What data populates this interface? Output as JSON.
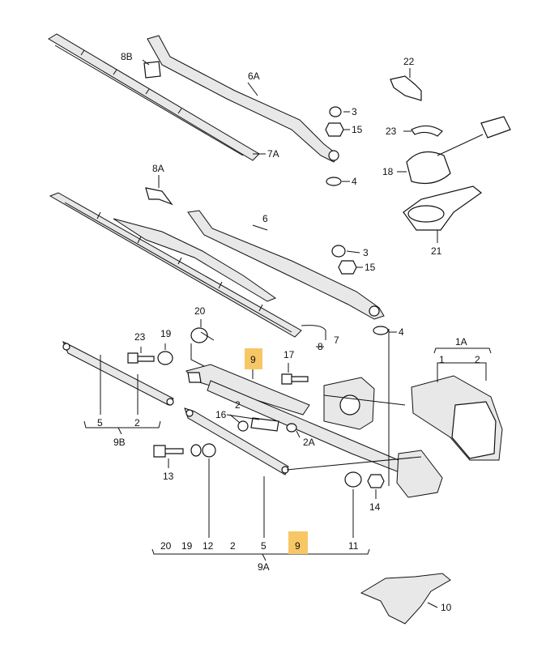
{
  "labels": {
    "l8B": "8B",
    "l6A": "6A",
    "l3a": "3",
    "l15a": "15",
    "l7A": "7A",
    "l4a": "4",
    "l22": "22",
    "l23r": "23",
    "l18": "18",
    "l21": "21",
    "l8A": "8A",
    "l6": "6",
    "l3b": "3",
    "l15b": "15",
    "l7": "7",
    "l8": "8",
    "l4b": "4",
    "l20t": "20",
    "l23": "23",
    "l19t": "19",
    "l9t": "9",
    "l17": "17",
    "l1A": "1A",
    "l1": "1",
    "l2r": "2",
    "l5a": "5",
    "l2a": "2",
    "l9B": "9B",
    "l2m": "2",
    "l16": "16",
    "l2A": "2A",
    "l13": "13",
    "l14": "14",
    "b20": "20",
    "b19": "19",
    "b12": "12",
    "b2": "2",
    "b5": "5",
    "b9": "9",
    "b11": "11",
    "l9A": "9A",
    "l10": "10"
  },
  "colors": {
    "highlight": "#f7c766",
    "line": "#111111"
  }
}
